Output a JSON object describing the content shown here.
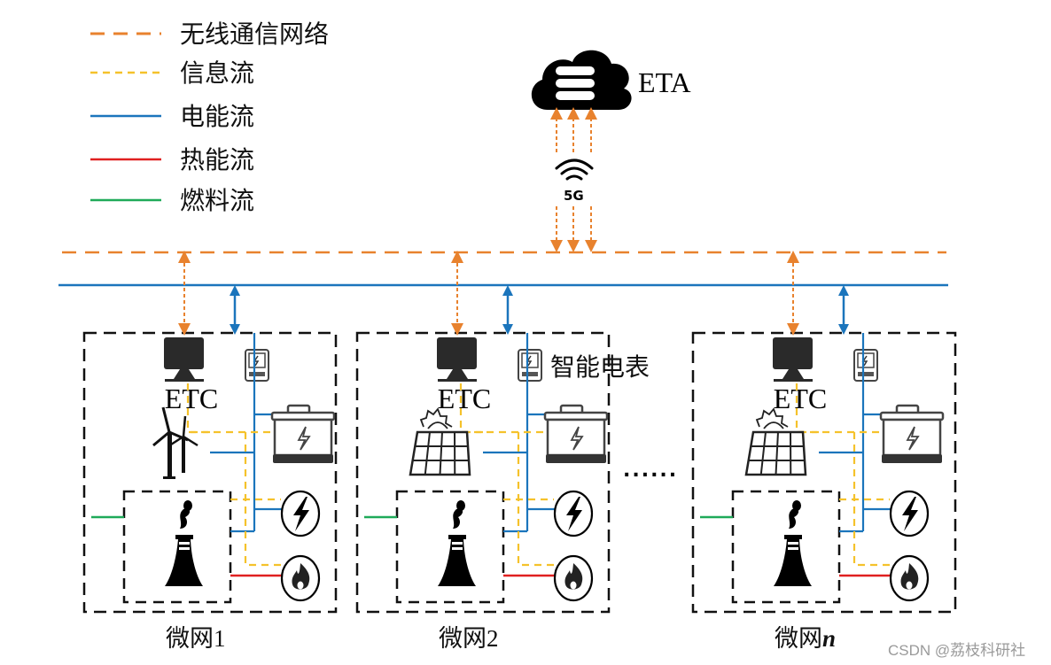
{
  "colors": {
    "wireless": "#E8822E",
    "info": "#F5C22B",
    "electric": "#1B75BC",
    "heat": "#E02020",
    "fuel": "#1FAA59",
    "box": "#111111",
    "icon": "#111111"
  },
  "legend": [
    {
      "key": "wireless",
      "label": "无线通信网络",
      "style": "dashed"
    },
    {
      "key": "info",
      "label": "信息流",
      "style": "dashed"
    },
    {
      "key": "electric",
      "label": "电能流",
      "style": "solid"
    },
    {
      "key": "heat",
      "label": "热能流",
      "style": "solid"
    },
    {
      "key": "fuel",
      "label": "燃料流",
      "style": "solid"
    }
  ],
  "cloud": {
    "label": "ETA",
    "icon": "cloud-server-icon"
  },
  "wireless_hub": {
    "label": "5G",
    "icon": "wifi-signal-icon"
  },
  "smart_meter_label": "智能电表",
  "ellipsis": "......",
  "microgrids": [
    {
      "label_main": "微网",
      "label_index": "1",
      "controller": "ETC",
      "generator": "wind-turbine"
    },
    {
      "label_main": "微网",
      "label_index": "2",
      "controller": "ETC",
      "generator": "solar-panel"
    },
    {
      "label_main": "微网",
      "label_index": "n",
      "controller": "ETC",
      "generator": "solar-panel"
    }
  ],
  "watermark": "CSDN @荔枝科研社"
}
